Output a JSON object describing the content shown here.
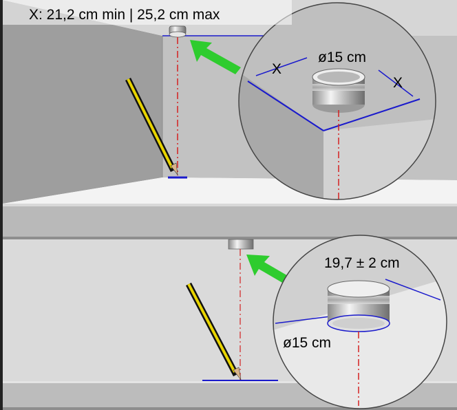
{
  "texts": {
    "top_label": "X: 21,2 cm min | 25,2 cm  max",
    "top_diameter": "ø15 cm",
    "x_left": "X",
    "x_right": "X",
    "bottom_distance": "19,7 ± 2 cm",
    "bottom_diameter": "ø15 cm"
  },
  "colors": {
    "wall": "#c9c9c9",
    "wall_light": "#dcdcdc",
    "floor": "#f2f2f2",
    "ceiling_band": "#b9b9b9",
    "dimension_line": "#1a1acc",
    "plumb_line": "#d42020",
    "arrow": "#2ecc2e",
    "pencil_yellow": "#e8d400",
    "pencil_black": "#111111"
  },
  "icons": [
    "pencil-icon",
    "arrow-icon",
    "duct-collar-icon"
  ]
}
